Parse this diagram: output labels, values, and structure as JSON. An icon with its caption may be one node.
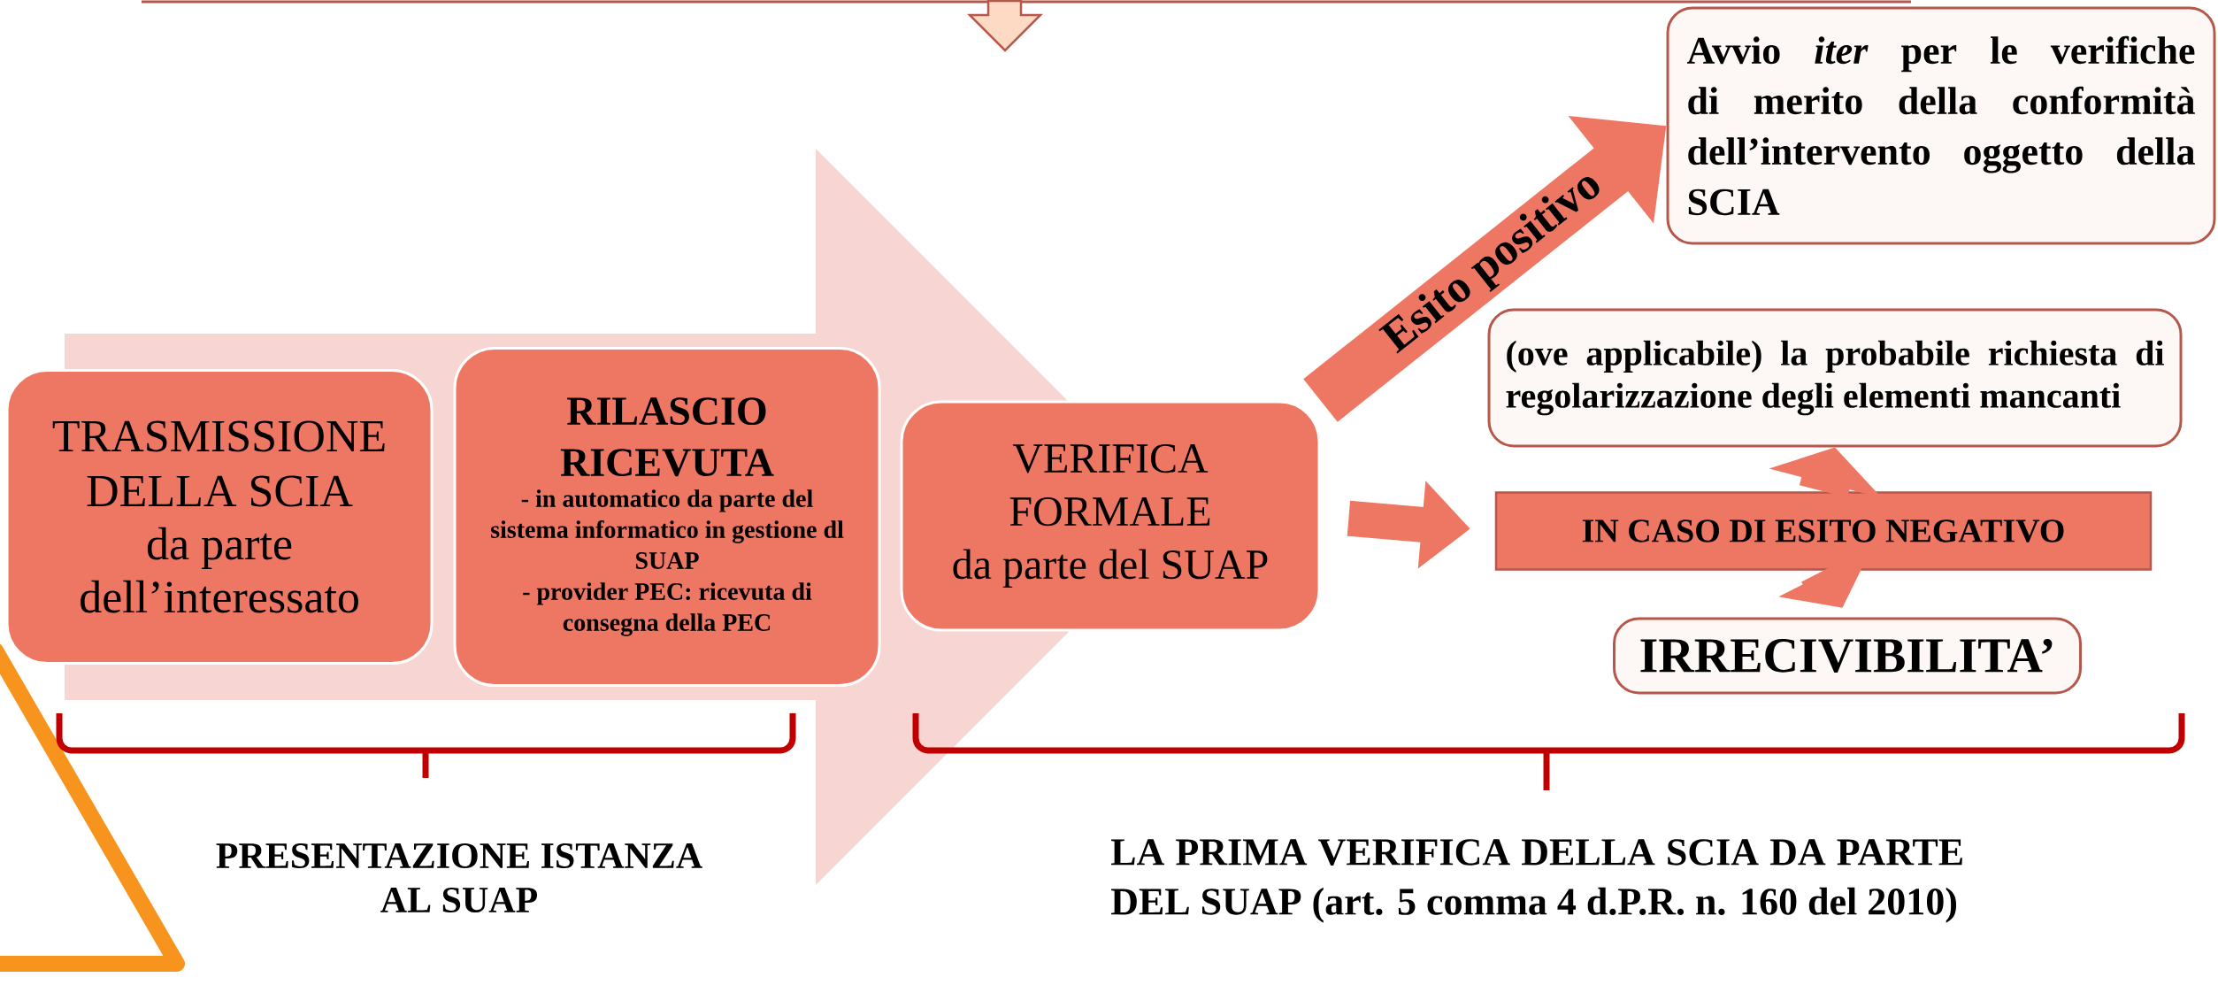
{
  "diagram": {
    "nodes": [
      {
        "text": [
          "TRASMISSIONE DELLA SCIA",
          "da parte dell’interessato"
        ]
      },
      {
        "text": [
          "RILASCIO RICEVUTA",
          "- in automatico da parte del sistema informatico in gestione dl SUAP",
          "- provider PEC: ricevuta di consegna della PEC"
        ]
      },
      {
        "text": [
          "VERIFICA FORMALE",
          "da parte del SUAP"
        ]
      },
      {
        "text": [
          "Avvio *iter* per le verifiche di merito della conformità dell’intervento oggetto della SCIA"
        ]
      },
      {
        "text": [
          "(ove applicabile) la probabile richiesta di regolarizzazione degli elementi mancanti"
        ]
      },
      {
        "text": [
          "IN CASO DI ESITO NEGATIVO"
        ]
      },
      {
        "text": [
          "IRRECIVIBILITA’"
        ]
      }
    ],
    "edges": [
      {
        "from": 2,
        "to": 3,
        "arrow": "to",
        "label": "Esito positivo"
      },
      {
        "from": 2,
        "to": 5,
        "arrow": "to"
      },
      {
        "from": 5,
        "to": 4,
        "arrow": "to"
      },
      {
        "from": 5,
        "to": 6,
        "arrow": "to"
      },
      {
        "from": 0,
        "to": 2,
        "arrow": "to",
        "style": "thick",
        "color": "#f7d5d3"
      }
    ],
    "labels": [
      "PRESENTAZIONE ISTANZA AL SUAP",
      "LA PRIMA VERIFICA DELLA SCIA DA PARTE DEL SUAP (art. 5 comma 4 d.P.R. n. 160 del 2010)"
    ]
  }
}
